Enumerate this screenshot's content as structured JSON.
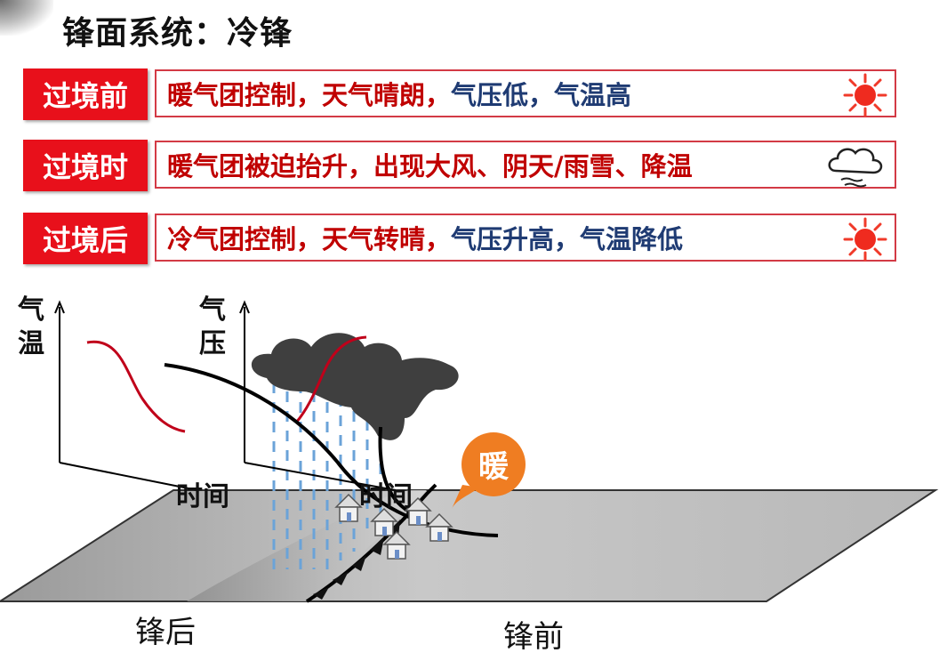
{
  "title": "锋面系统：冷锋",
  "rows": [
    {
      "tag": "过境前",
      "parts": [
        "暖气团控制，天气晴朗，",
        "气压低，气温高"
      ],
      "icon": "sun-icon"
    },
    {
      "tag": "过境时",
      "parts": [
        "暖气团被迫抬升，出现大风、阴天/雨雪、降温"
      ],
      "icon": "cloud-rain-icon"
    },
    {
      "tag": "过境后",
      "parts": [
        "冷气团控制，天气转晴，",
        "气压升高，气温降低"
      ],
      "icon": "sun-icon"
    }
  ],
  "graphs": [
    {
      "y_label": "气\n温",
      "x_label": "时间"
    },
    {
      "y_label": "气\n压",
      "x_label": "时间"
    }
  ],
  "warm_badge": "暖",
  "bottom_labels": {
    "behind_front": "锋后",
    "ahead_front": "锋前"
  },
  "colors": {
    "tag_red": "#e8101b",
    "text_red": "#c00000",
    "text_navy": "#1f3b73",
    "badge_orange": "#ef7d22"
  }
}
